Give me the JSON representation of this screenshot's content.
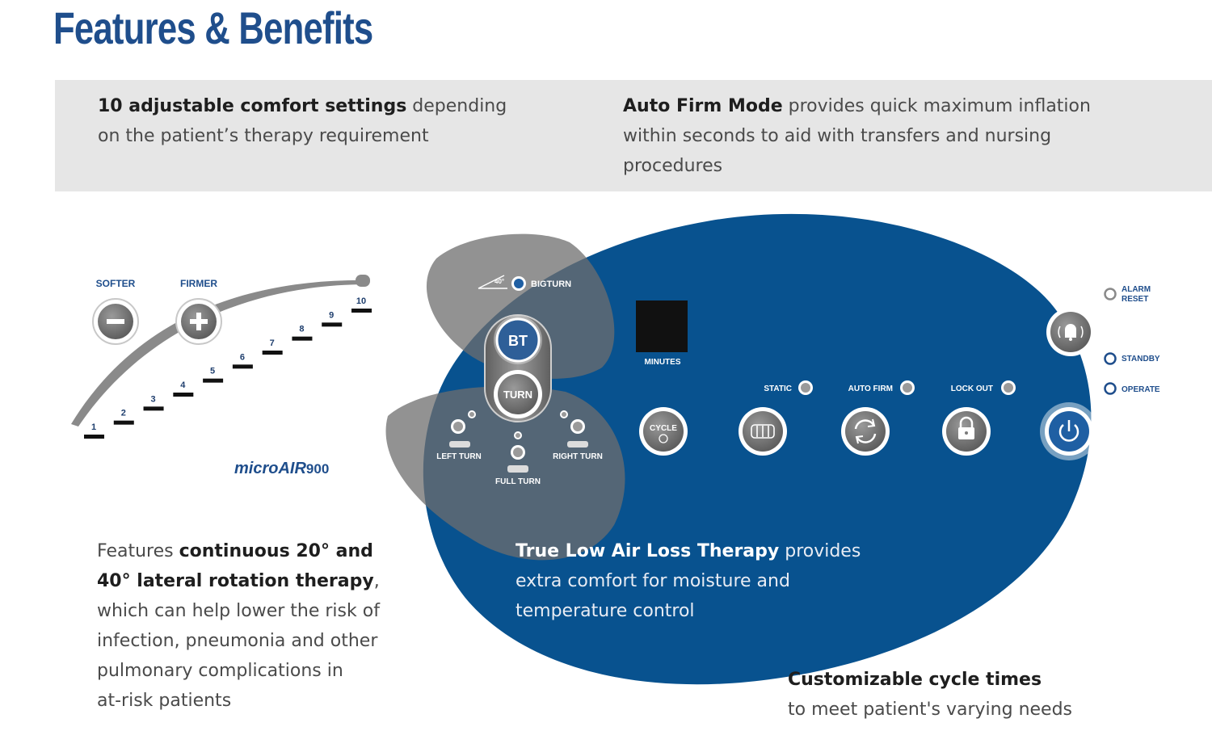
{
  "page": {
    "title": "Features & Benefits"
  },
  "features": {
    "comfort": {
      "bold": "10 adjustable comfort settings",
      "text1": " depending",
      "text2": "on the patient’s therapy requirement"
    },
    "autofirm": {
      "bold": "Auto Firm Mode",
      "text1": " provides quick maximum inflation",
      "text2": "within seconds to aid with transfers and nursing",
      "text3": "procedures"
    },
    "rotation": {
      "pre": "Features ",
      "bold1": "continuous 20° and",
      "bold2": "40° lateral rotation therapy",
      "post": ",",
      "line3": "which can help lower the risk of",
      "line4": "infection, pneumonia and other",
      "line5": "pulmonary complications in",
      "line6": "at-risk patients"
    },
    "lowair": {
      "bold": "True Low Air Loss Therapy",
      "text1": " provides",
      "text2": "extra comfort for moisture and",
      "text3": "temperature control"
    },
    "cycle": {
      "bold": "Customizable cycle times",
      "text": "to meet patient's varying needs"
    }
  },
  "panel": {
    "softer": "SOFTER",
    "firmer": "FIRMER",
    "levels": [
      "1",
      "2",
      "3",
      "4",
      "5",
      "6",
      "7",
      "8",
      "9",
      "10"
    ],
    "brand": {
      "micro": "micro",
      "air": "AIR",
      "model": "900"
    },
    "angle": "40°",
    "bigturn": "BIGTURN",
    "bt": "BT",
    "turn": "TURN",
    "left_turn": "LEFT TURN",
    "right_turn": "RIGHT TURN",
    "full_turn": "FULL TURN",
    "minutes": "MINUTES",
    "static": "STATIC",
    "auto_firm": "AUTO FIRM",
    "lock_out": "LOCK OUT",
    "cycle": "CYCLE",
    "alarm": "ALARM",
    "reset": "RESET",
    "standby": "STANDBY",
    "operate": "OPERATE"
  },
  "colors": {
    "title": "#1f4e8c",
    "blob": "#08528f",
    "grey_blob": "#7a7a7a",
    "band": "#e6e6e6"
  }
}
